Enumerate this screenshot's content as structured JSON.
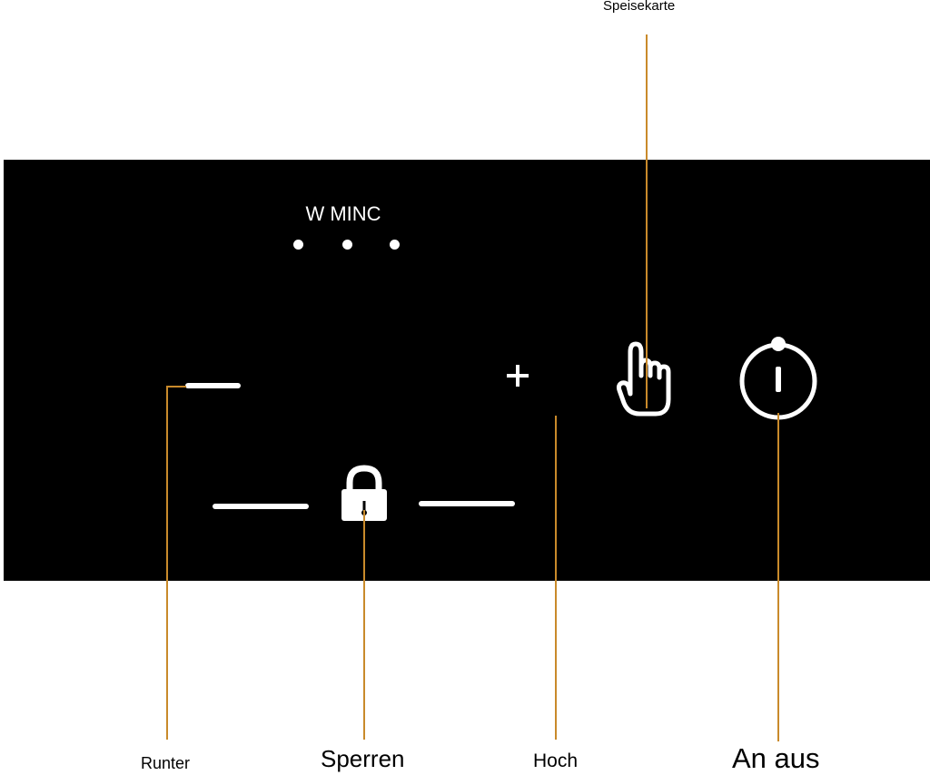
{
  "brand": {
    "text": "W MINC"
  },
  "labels": {
    "menu": "Speisekarte",
    "down": "Runter",
    "lock": "Sperren",
    "up": "Hoch",
    "power": "An aus"
  },
  "colors": {
    "panel": "#000000",
    "symbols": "#ffffff",
    "leader": "#c98a2b",
    "caption": "#000000"
  },
  "icons": {
    "minus": "minus-bar-icon",
    "lock": "padlock-icon",
    "plus": "plus-icon",
    "menu": "pointing-hand-icon",
    "power": "power-icon"
  }
}
